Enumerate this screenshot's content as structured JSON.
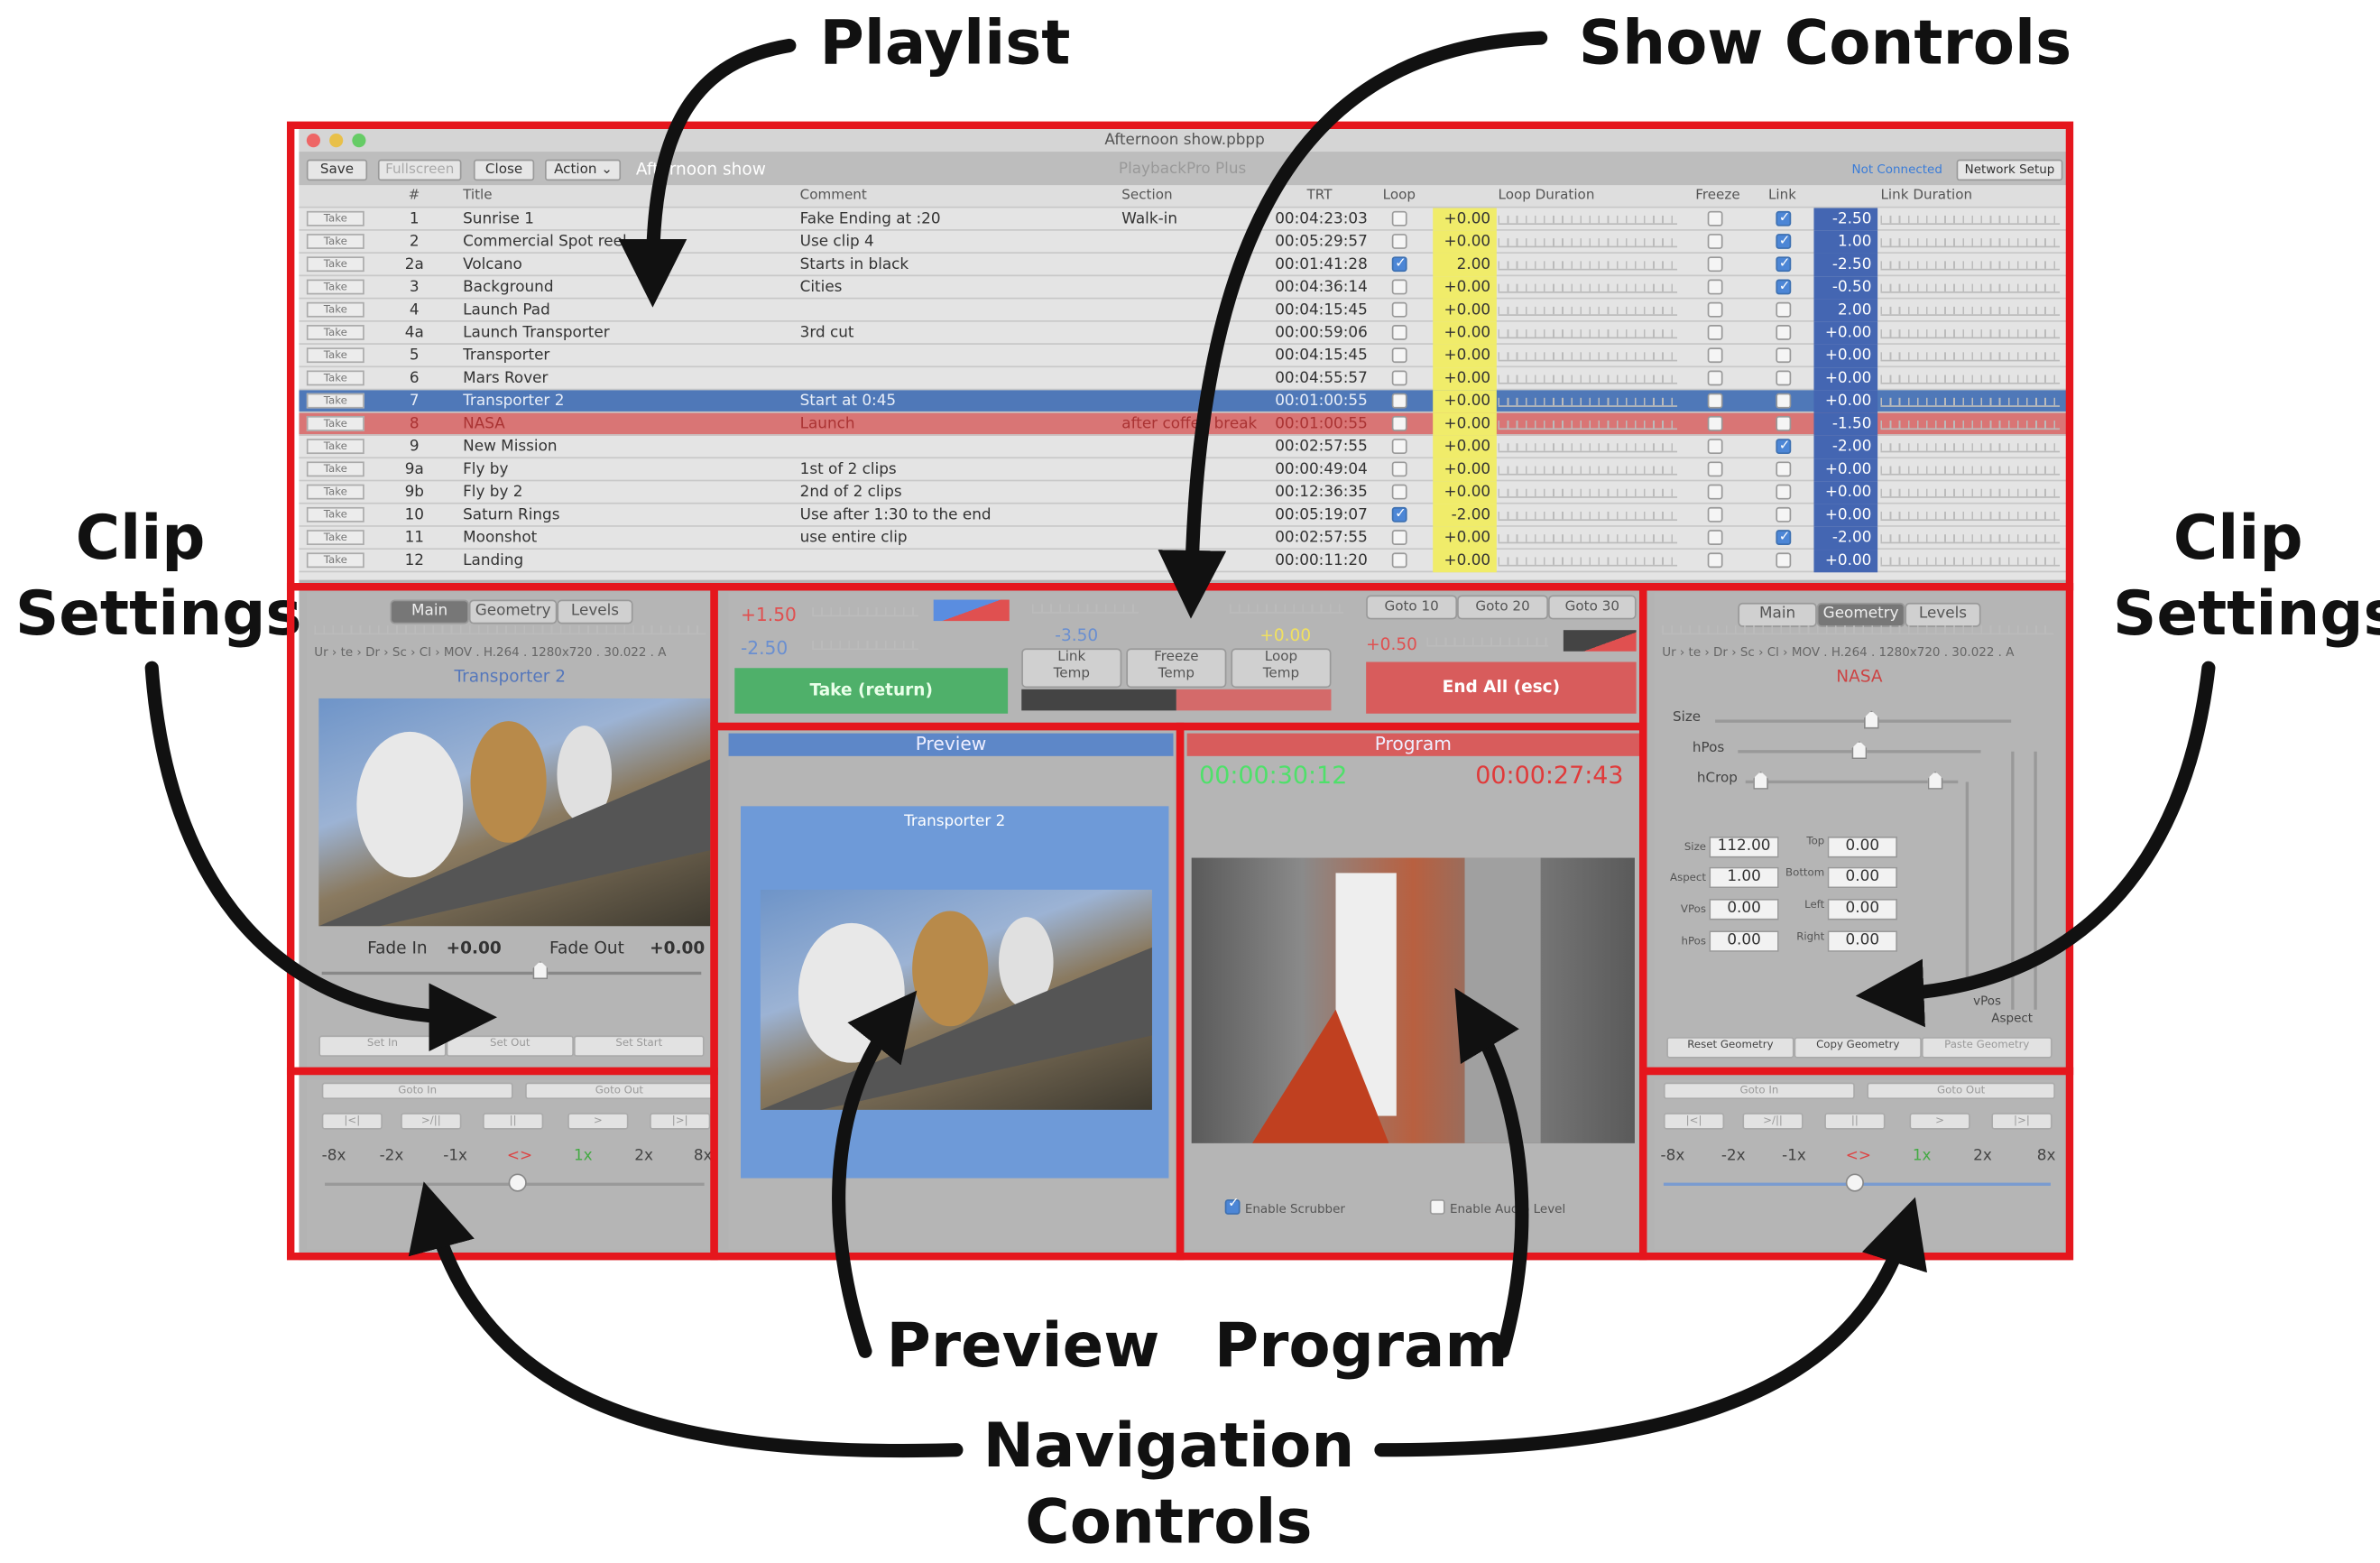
{
  "callouts": {
    "playlist": "Playlist",
    "show_controls": "Show Controls",
    "clip_settings_left_1": "Clip",
    "clip_settings_left_2": "Settings",
    "clip_settings_right_1": "Clip",
    "clip_settings_right_2": "Settings",
    "preview": "Preview",
    "program": "Program",
    "nav_1": "Navigation",
    "nav_2": "Controls"
  },
  "window": {
    "title": "Afternoon show.pbpp",
    "app_name": "PlaybackPro Plus",
    "show_name": "Afternoon show",
    "status": "Not Connected",
    "network_button": "Network Setup"
  },
  "toolbar": {
    "save": "Save",
    "fullscreen": "Fullscreen",
    "close": "Close",
    "action": "Action"
  },
  "columns": {
    "num": "#",
    "title": "Title",
    "comment": "Comment",
    "section": "Section",
    "trt": "TRT",
    "loop": "Loop",
    "loop_duration": "Loop Duration",
    "freeze": "Freeze",
    "link": "Link",
    "link_duration": "Link Duration"
  },
  "take_label": "Take",
  "playlist": [
    {
      "num": "1",
      "title": "Sunrise 1",
      "comment": "Fake Ending at :20",
      "section": "Walk-in",
      "trt": "00:04:23:03",
      "loop": false,
      "loop_val": "+0.00",
      "freeze": false,
      "link": true,
      "link_val": "-2.50",
      "state": ""
    },
    {
      "num": "2",
      "title": "Commercial Spot reel",
      "comment": "Use clip 4",
      "section": "",
      "trt": "00:05:29:57",
      "loop": false,
      "loop_val": "+0.00",
      "freeze": false,
      "link": true,
      "link_val": "1.00",
      "state": ""
    },
    {
      "num": "2a",
      "title": "Volcano",
      "comment": "Starts in black",
      "section": "",
      "trt": "00:01:41:28",
      "loop": true,
      "loop_val": "2.00",
      "freeze": false,
      "link": true,
      "link_val": "-2.50",
      "state": ""
    },
    {
      "num": "3",
      "title": "Background",
      "comment": "Cities",
      "section": "",
      "trt": "00:04:36:14",
      "loop": false,
      "loop_val": "+0.00",
      "freeze": false,
      "link": true,
      "link_val": "-0.50",
      "state": ""
    },
    {
      "num": "4",
      "title": "Launch Pad",
      "comment": "",
      "section": "",
      "trt": "00:04:15:45",
      "loop": false,
      "loop_val": "+0.00",
      "freeze": false,
      "link": false,
      "link_val": "2.00",
      "state": ""
    },
    {
      "num": "4a",
      "title": "Launch Transporter",
      "comment": "3rd cut",
      "section": "",
      "trt": "00:00:59:06",
      "loop": false,
      "loop_val": "+0.00",
      "freeze": false,
      "link": false,
      "link_val": "+0.00",
      "state": ""
    },
    {
      "num": "5",
      "title": "Transporter",
      "comment": "",
      "section": "",
      "trt": "00:04:15:45",
      "loop": false,
      "loop_val": "+0.00",
      "freeze": false,
      "link": false,
      "link_val": "+0.00",
      "state": ""
    },
    {
      "num": "6",
      "title": "Mars Rover",
      "comment": "",
      "section": "",
      "trt": "00:04:55:57",
      "loop": false,
      "loop_val": "+0.00",
      "freeze": false,
      "link": false,
      "link_val": "+0.00",
      "state": ""
    },
    {
      "num": "7",
      "title": "Transporter 2",
      "comment": "Start at 0:45",
      "section": "",
      "trt": "00:01:00:55",
      "loop": false,
      "loop_val": "+0.00",
      "freeze": false,
      "link": false,
      "link_val": "+0.00",
      "state": "sel"
    },
    {
      "num": "8",
      "title": "NASA",
      "comment": "Launch",
      "section": "after coffee break",
      "trt": "00:01:00:55",
      "loop": false,
      "loop_val": "+0.00",
      "freeze": false,
      "link": false,
      "link_val": "-1.50",
      "state": "red"
    },
    {
      "num": "9",
      "title": "New Mission",
      "comment": "",
      "section": "",
      "trt": "00:02:57:55",
      "loop": false,
      "loop_val": "+0.00",
      "freeze": false,
      "link": true,
      "link_val": "-2.00",
      "state": ""
    },
    {
      "num": "9a",
      "title": "Fly by",
      "comment": "1st of 2 clips",
      "section": "",
      "trt": "00:00:49:04",
      "loop": false,
      "loop_val": "+0.00",
      "freeze": false,
      "link": false,
      "link_val": "+0.00",
      "state": ""
    },
    {
      "num": "9b",
      "title": "Fly by 2",
      "comment": "2nd of 2 clips",
      "section": "",
      "trt": "00:12:36:35",
      "loop": false,
      "loop_val": "+0.00",
      "freeze": false,
      "link": false,
      "link_val": "+0.00",
      "state": ""
    },
    {
      "num": "10",
      "title": "Saturn Rings",
      "comment": "Use after 1:30 to the end",
      "section": "",
      "trt": "00:05:19:07",
      "loop": true,
      "loop_val": "-2.00",
      "freeze": false,
      "link": false,
      "link_val": "+0.00",
      "state": ""
    },
    {
      "num": "11",
      "title": "Moonshot",
      "comment": "use entire clip",
      "section": "",
      "trt": "00:02:57:55",
      "loop": false,
      "loop_val": "+0.00",
      "freeze": false,
      "link": true,
      "link_val": "-2.00",
      "state": ""
    },
    {
      "num": "12",
      "title": "Landing",
      "comment": "",
      "section": "",
      "trt": "00:00:11:20",
      "loop": false,
      "loop_val": "+0.00",
      "freeze": false,
      "link": false,
      "link_val": "+0.00",
      "state": ""
    }
  ],
  "tabs": {
    "main": "Main",
    "geometry": "Geometry",
    "levels": "Levels"
  },
  "left_clip": {
    "path": "Ur › te › Dr › Sc › Cl › MOV . H.264 . 1280x720 . 30.022 . A",
    "name": "Transporter 2",
    "fade_in_label": "Fade In",
    "fade_in": "+0.00",
    "fade_out_label": "Fade Out",
    "fade_out": "+0.00",
    "set_in": "Set In",
    "set_out": "Set Out",
    "set_start": "Set Start"
  },
  "show_controls": {
    "val_a": "+1.50",
    "val_b": "-2.50",
    "val_c": "-3.50",
    "val_d": "+0.00",
    "val_e": "+0.50",
    "goto10": "Goto 10",
    "goto20": "Goto 20",
    "goto30": "Goto 30",
    "link_temp": "Link\nTemp",
    "freeze_temp": "Freeze\nTemp",
    "loop_temp": "Loop\nTemp",
    "take": "Take (return)",
    "end_all": "End All (esc)"
  },
  "preview": {
    "header": "Preview",
    "clip": "Transporter 2"
  },
  "program": {
    "header": "Program",
    "elapsed": "00:00:30:12",
    "remaining": "00:00:27:43",
    "scrubber": "Enable Scrubber",
    "scrubber_on": true,
    "audio": "Enable Audio Level",
    "audio_on": false
  },
  "right_clip": {
    "path": "Ur › te › Dr › Sc › Cl › MOV . H.264 . 1280x720 . 30.022 . A",
    "name": "NASA",
    "size_label": "Size",
    "hpos_label": "hPos",
    "hcrop_label": "hCrop",
    "f_size_l": "Size",
    "f_size": "112.00",
    "f_aspect_l": "Aspect",
    "f_aspect": "1.00",
    "f_vpos_l": "VPos",
    "f_vpos": "0.00",
    "f_hpos_l": "hPos",
    "f_hpos": "0.00",
    "f_top_l": "Top",
    "f_top": "0.00",
    "f_bottom_l": "Bottom",
    "f_bottom": "0.00",
    "f_left_l": "Left",
    "f_left": "0.00",
    "f_right_l": "Right",
    "f_right": "0.00",
    "vpos_v": "vPos",
    "aspect_v": "Aspect",
    "reset": "Reset Geometry",
    "copy": "Copy Geometry",
    "paste": "Paste Geometry"
  },
  "nav": {
    "goto_in": "Goto In",
    "goto_out": "Goto Out",
    "b1": "|<|",
    "b2": ">/||",
    "b3": "||",
    "b4": ">",
    "b5": "|>|",
    "speeds": [
      "-8x",
      "-2x",
      "-1x",
      "<>",
      "1x",
      "2x",
      "8x"
    ]
  },
  "colors": {
    "accent_red": "#e5161d",
    "selected": "#4f78b8",
    "loop_yellow": "#f0ec6a",
    "link_blue": "#4466b2"
  }
}
